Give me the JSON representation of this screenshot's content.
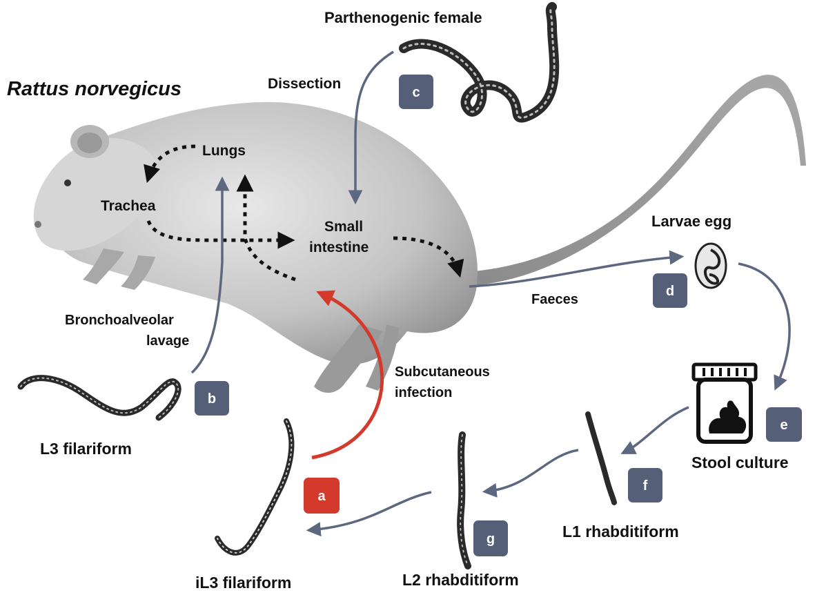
{
  "title": "Rattus norvegicus",
  "organs": {
    "lungs": "Lungs",
    "trachea": "Trachea",
    "small_intestine_line1": "Small",
    "small_intestine_line2": "intestine"
  },
  "procedures": {
    "dissection": "Dissection",
    "bronchoalveolar_line1": "Bronchoalveolar",
    "bronchoalveolar_line2": "lavage",
    "subcutaneous_line1": "Subcutaneous",
    "subcutaneous_line2": "infection",
    "faeces": "Faeces"
  },
  "stages": {
    "parthenogenic_female": "Parthenogenic female",
    "larvae_egg": "Larvae egg",
    "stool_culture": "Stool culture",
    "l1": "L1 rhabditiform",
    "l2": "L2 rhabditiform",
    "il3": "iL3 filariform",
    "l3": "L3 filariform"
  },
  "badges": {
    "a": "a",
    "b": "b",
    "c": "c",
    "d": "d",
    "e": "e",
    "f": "f",
    "g": "g"
  },
  "colors": {
    "badge": "#565f78",
    "badge_highlight": "#d43a2c",
    "arrow": "#5d6880",
    "infection_arrow": "#d43a2c",
    "migration_arrow": "#111111",
    "rat_body": "#c9c9c9",
    "worm": "#2a2a2a"
  }
}
